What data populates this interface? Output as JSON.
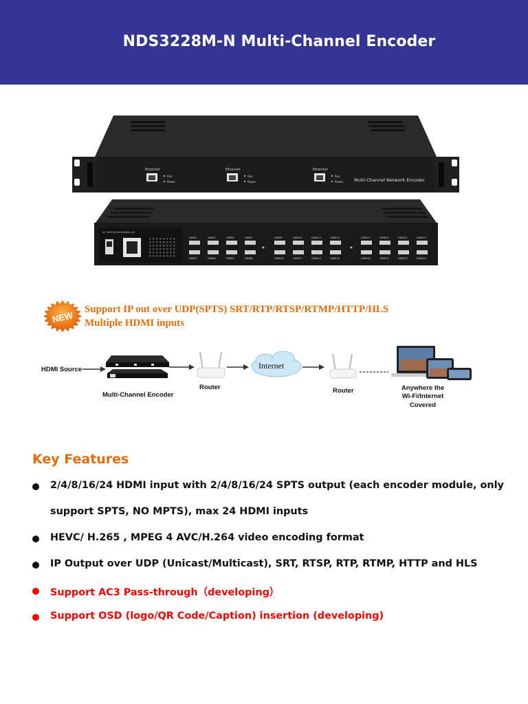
{
  "header": {
    "title": "NDS3228M-N Multi-Channel Encoder",
    "background": "#343593"
  },
  "device_front": {
    "ports": [
      "Ethernet",
      "Ethernet",
      "Ethernet"
    ],
    "led_labels": [
      "Run",
      "Power"
    ],
    "panel_label": "Multi-Channel Network Encoder"
  },
  "device_rear": {
    "power_label": "AC 100V-240V 50/60Hz 2A",
    "hdmi_top": [
      "HDMI1",
      "HDMI3",
      "HDMI5",
      "HDMI7",
      "HDMI9",
      "HDMI11",
      "HDMI13",
      "HDMI15",
      "HDMI17",
      "HDMI19",
      "HDMI21",
      "HDMI23"
    ],
    "hdmi_bottom": [
      "HDMI2",
      "HDMI4",
      "HDMI6",
      "HDMI8",
      "HDMI10",
      "HDMI12",
      "HDMI14",
      "HDMI16",
      "HDMI18",
      "HDMI20",
      "HDMI22",
      "HDMI24"
    ]
  },
  "banner": {
    "badge": "NEW",
    "line1": "Support IP out over UDP(SPTS) SRT/RTP/RTSP/RTMP/HTTP/HLS",
    "line2": "Multiple HDMI inputs"
  },
  "flow": {
    "hdmi_source": "HDMI Source",
    "encoder": "Multi-Channel Encoder",
    "router1": "Router",
    "internet": "Internet",
    "router2": "Router",
    "anywhere": [
      "Anywhere the",
      "Wi-Fi/Internet",
      "Covered"
    ]
  },
  "key_features": {
    "title": "Key Features",
    "items": [
      {
        "text": "2/4/8/16/24 HDMI input with 2/4/8/16/24 SPTS output (each encoder module, only",
        "continuation": "support SPTS, NO MPTS), max 24 HDMI inputs",
        "color": "#111111"
      },
      {
        "text": "HEVC/ H.265 , MPEG 4 AVC/H.264 video encoding format",
        "color": "#111111"
      },
      {
        "text": "IP Output over UDP (Unicast/Multicast), SRT, RTSP, RTP, RTMP, HTTP and HLS",
        "color": "#111111"
      },
      {
        "text": "Support AC3 Pass-through（developing）",
        "color": "#ff0000"
      },
      {
        "text": "Support OSD (logo/QR Code/Caption) insertion (developing)",
        "color": "#ff0000"
      }
    ]
  }
}
